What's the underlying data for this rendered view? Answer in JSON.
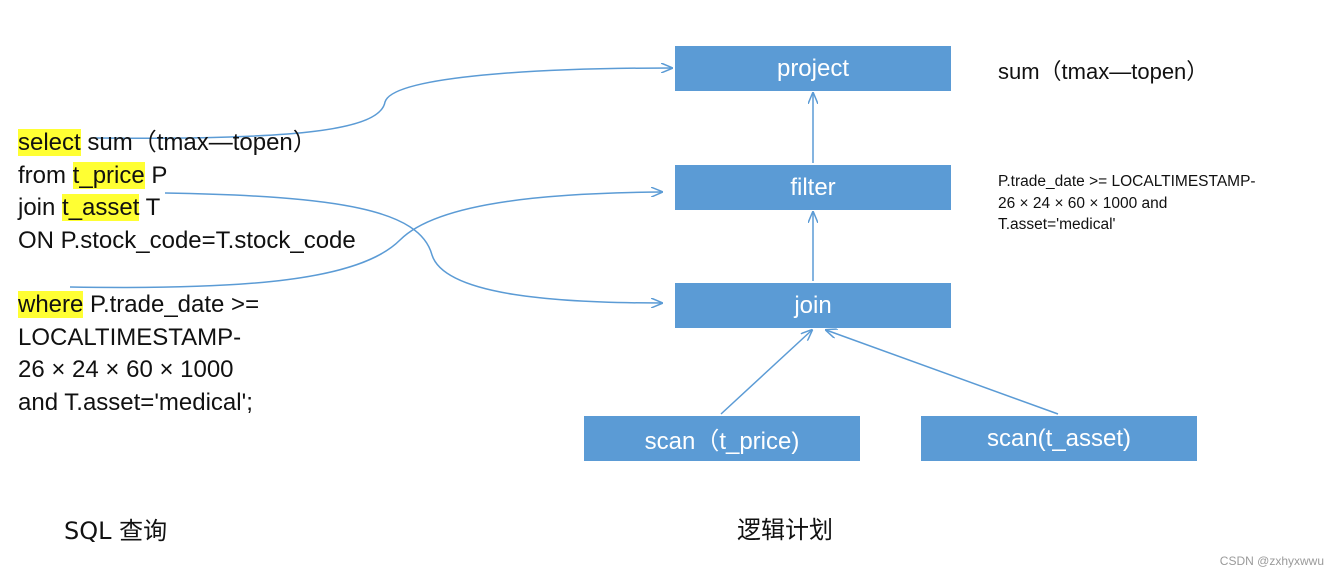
{
  "sql": {
    "lines": [
      [
        {
          "t": "select",
          "hl": true
        },
        {
          "t": " sum（tmax—topen）"
        }
      ],
      [
        {
          "t": "from "
        },
        {
          "t": "t_price",
          "hl": true
        },
        {
          "t": " P"
        }
      ],
      [
        {
          "t": "join "
        },
        {
          "t": "t_asset",
          "hl": true
        },
        {
          "t": " T"
        }
      ],
      [
        {
          "t": "ON P.stock_code=T.stock_code"
        }
      ],
      [],
      [
        {
          "t": "where",
          "hl": true
        },
        {
          "t": " P.trade_date >="
        }
      ],
      [
        {
          "t": "LOCALTIMESTAMP-"
        }
      ],
      [
        {
          "t": "26 × 24 × 60 × 1000"
        }
      ],
      [
        {
          "t": "and T.asset='medical';"
        }
      ]
    ],
    "caption": "SQL 查询"
  },
  "plan": {
    "caption": "逻辑计划",
    "nodes": {
      "project": "project",
      "filter": "filter",
      "join": "join",
      "scan_price": "scan（t_price)",
      "scan_asset": "scan(t_asset)"
    },
    "annotations": {
      "project": "sum（tmax—topen）",
      "filter": "P.trade_date >= LOCALTIMESTAMP-\n26 × 24 × 60 × 1000 and\nT.asset='medical'"
    }
  },
  "colors": {
    "node_fill": "#5b9bd5",
    "highlight": "#ffff33",
    "arrow": "#5b9bd5"
  },
  "watermark": "CSDN @zxhyxwwu"
}
